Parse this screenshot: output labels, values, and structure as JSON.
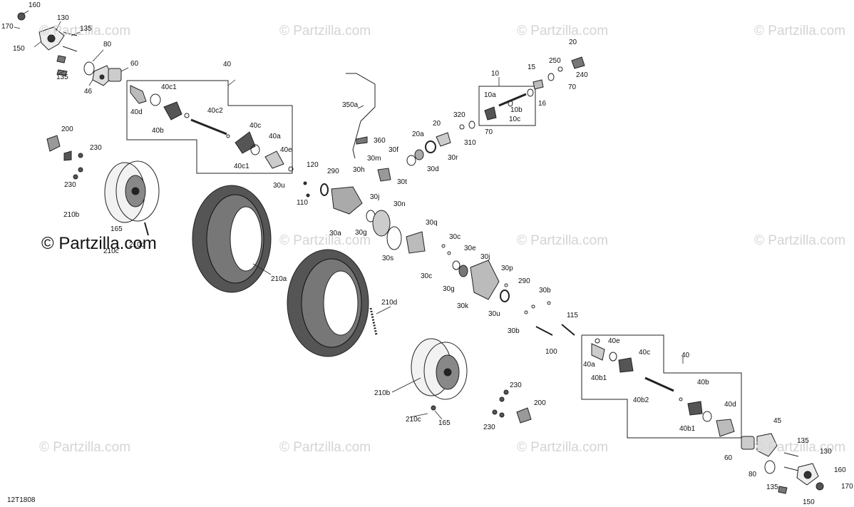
{
  "watermark": "© Partzilla.com",
  "diagram_code": "12T1808",
  "labels": {
    "l160": "160",
    "l170": "170",
    "l130": "130",
    "l150": "150",
    "l135a": "135",
    "l135b": "135",
    "l80": "80",
    "l46": "46",
    "l60": "60",
    "l40": "40",
    "l40c1": "40c1",
    "l40d": "40d",
    "l40b": "40b",
    "l40c2": "40c2",
    "l40c": "40c",
    "l40a": "40a",
    "l40e": "40e",
    "l40c1b": "40c1",
    "l200": "200",
    "l230a": "230",
    "l230b": "230",
    "l210b": "210b",
    "l165": "165",
    "l210c": "210c",
    "l210d": "210d",
    "l120": "120",
    "l110": "110",
    "l30u": "30u",
    "l290": "290",
    "l350a": "350a",
    "l360": "360",
    "l30m": "30m",
    "l30h": "30h",
    "l30t": "30t",
    "l30f": "30f",
    "l30d": "30d",
    "l20a": "20a",
    "l20": "20",
    "l30r": "30r",
    "l320": "320",
    "l310": "310",
    "l70a": "70",
    "l10": "10",
    "l10a": "10a",
    "l10b": "10b",
    "l10c": "10c",
    "l15": "15",
    "l16": "16",
    "l250": "250",
    "l20top": "20",
    "l240": "240",
    "l70b": "70",
    "l30j": "30j",
    "l30n": "30n",
    "l30a": "30a",
    "l30g": "30g",
    "l30s": "30s",
    "l30q": "30q",
    "l30c": "30c",
    "l30e": "30e",
    "l30jb": "30j",
    "l30cb": "30c",
    "l30gb": "30g",
    "l30p": "30p",
    "l290b": "290",
    "l30k": "30k",
    "l30ub": "30u",
    "l30b": "30b",
    "l30bb": "30b",
    "l115": "115",
    "l100": "100",
    "l210a": "210a",
    "l210db": "210d",
    "l210bb": "210b",
    "l210cb": "210c",
    "l165b": "165",
    "l230c": "230",
    "l230d": "230",
    "l200b": "200",
    "l40eb": "40e",
    "l40ab": "40a",
    "l40b1": "40b1",
    "l40cb": "40c",
    "l40top2": "40",
    "l40bb": "40b",
    "l40b2": "40b2",
    "l40db": "40d",
    "l40b1b": "40b1",
    "l45": "45",
    "l60b": "60",
    "l135c": "135",
    "l130b": "130",
    "l80b": "80",
    "l160b": "160",
    "l135d": "135",
    "l170b": "170",
    "l150b": "150"
  }
}
